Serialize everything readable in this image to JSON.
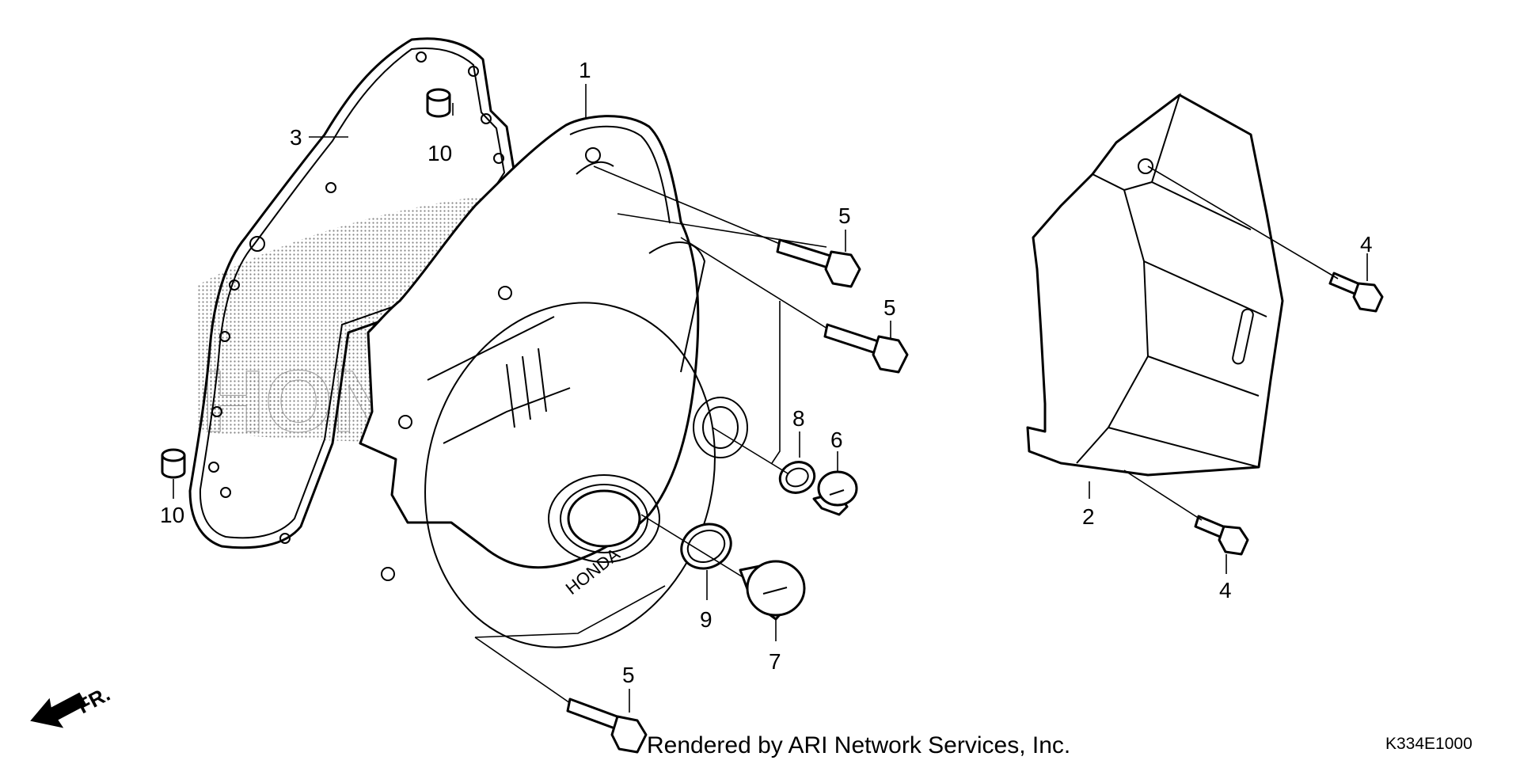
{
  "diagram": {
    "callouts": [
      {
        "id": "c1",
        "label": "1"
      },
      {
        "id": "c2",
        "label": "2"
      },
      {
        "id": "c3",
        "label": "3"
      },
      {
        "id": "c4a",
        "label": "4"
      },
      {
        "id": "c4b",
        "label": "4"
      },
      {
        "id": "c5a",
        "label": "5"
      },
      {
        "id": "c5b",
        "label": "5"
      },
      {
        "id": "c5c",
        "label": "5"
      },
      {
        "id": "c6",
        "label": "6"
      },
      {
        "id": "c7",
        "label": "7"
      },
      {
        "id": "c8",
        "label": "8"
      },
      {
        "id": "c9",
        "label": "9"
      },
      {
        "id": "c10a",
        "label": "10"
      },
      {
        "id": "c10b",
        "label": "10"
      }
    ],
    "direction_label": "FR.",
    "cover_logo_text": "HONDA",
    "watermark_text": "HONDA",
    "credit": "Rendered by ARI Network Services, Inc.",
    "diagram_code": "K334E1000"
  }
}
